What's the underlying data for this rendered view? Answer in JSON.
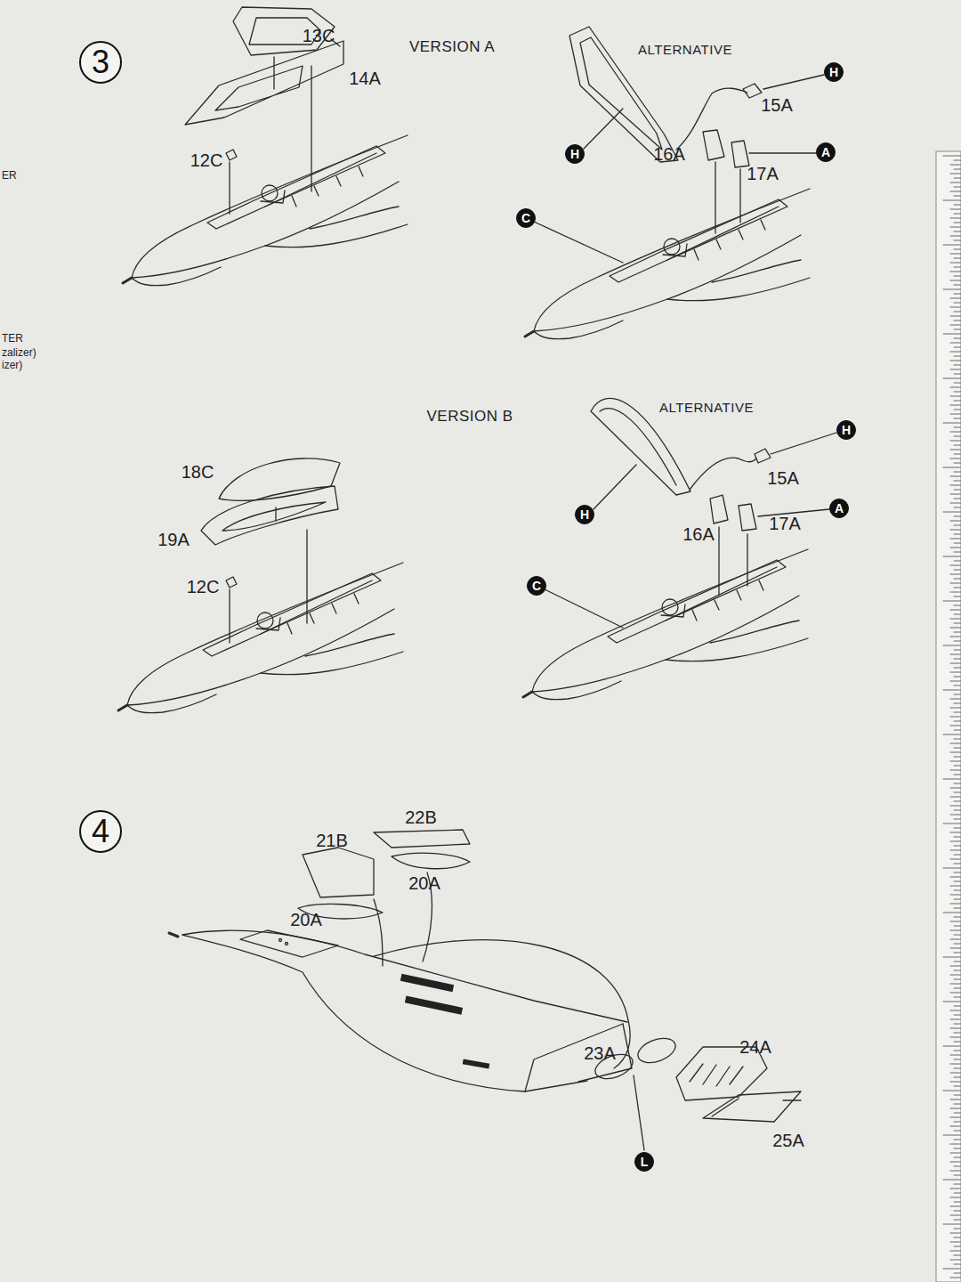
{
  "diagram": {
    "nodes": [
      {
        "text": [
          "3"
        ]
      },
      {
        "text": [
          "H"
        ]
      },
      {
        "text": [
          "H"
        ]
      },
      {
        "text": [
          "A"
        ]
      },
      {
        "text": [
          "C"
        ]
      },
      {
        "text": [
          "H"
        ]
      },
      {
        "text": [
          "H"
        ]
      },
      {
        "text": [
          "A"
        ]
      },
      {
        "text": [
          "C"
        ]
      },
      {
        "text": [
          "4"
        ]
      },
      {
        "text": [
          "L"
        ]
      }
    ],
    "labels": [
      "13C",
      "14A",
      "VERSION A",
      "ALTERNATIVE",
      "12C",
      "15A",
      "16A",
      "17A",
      "VERSION B",
      "ALTERNATIVE",
      "18C",
      "19A",
      "12C",
      "15A",
      "16A",
      "17A",
      "22B",
      "21B",
      "20A",
      "20A",
      "23A",
      "24A",
      "25A",
      "ER",
      "TER",
      "zalizer)",
      "izer)"
    ]
  }
}
